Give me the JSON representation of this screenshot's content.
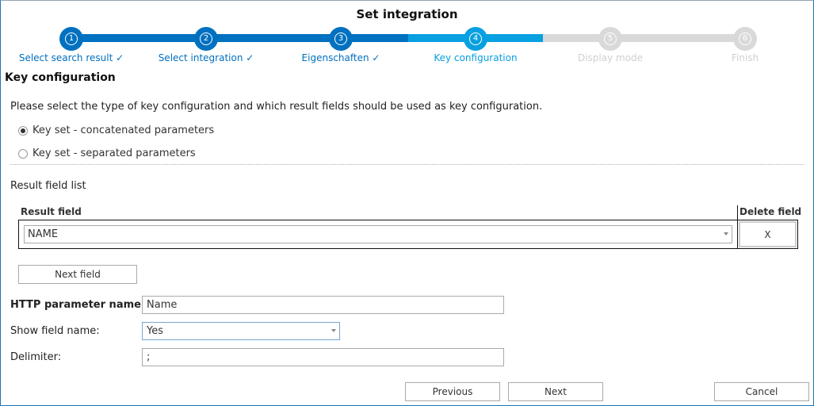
{
  "window": {
    "title": "Set integration"
  },
  "stepper": {
    "steps": [
      {
        "number": "1",
        "label": "Select search result ✓",
        "state": "done"
      },
      {
        "number": "2",
        "label": "Select integration ✓",
        "state": "done"
      },
      {
        "number": "3",
        "label": "Eigenschaften ✓",
        "state": "done"
      },
      {
        "number": "4",
        "label": "Key configuration",
        "state": "active"
      },
      {
        "number": "5",
        "label": "Display mode",
        "state": "todo"
      },
      {
        "number": "6",
        "label": "Finish",
        "state": "todo"
      }
    ],
    "colors": {
      "done": "#0070c0",
      "active": "#08a0e0",
      "todo": "#d9d9d9"
    }
  },
  "main": {
    "section_title": "Key configuration",
    "intro": "Please select the type of key configuration and which result fields should be used as key configuration.",
    "key_type_options": [
      {
        "label": "Key set - concatenated parameters",
        "checked": true
      },
      {
        "label": "Key set - separated parameters",
        "checked": false
      }
    ],
    "result_field_list": {
      "label": "Result field list",
      "columns": [
        "Result field",
        "Delete field"
      ],
      "rows": [
        {
          "result_field": "NAME",
          "delete_label": "X"
        }
      ],
      "next_field_label": "Next field"
    },
    "form": {
      "http_param_label": "HTTP parameter name:",
      "http_param_value": "Name",
      "show_field_label": "Show field name:",
      "show_field_value": "Yes",
      "delimiter_label": "Delimiter:",
      "delimiter_value": ";"
    }
  },
  "footer": {
    "previous_label": "Previous",
    "next_label": "Next",
    "cancel_label": "Cancel"
  }
}
